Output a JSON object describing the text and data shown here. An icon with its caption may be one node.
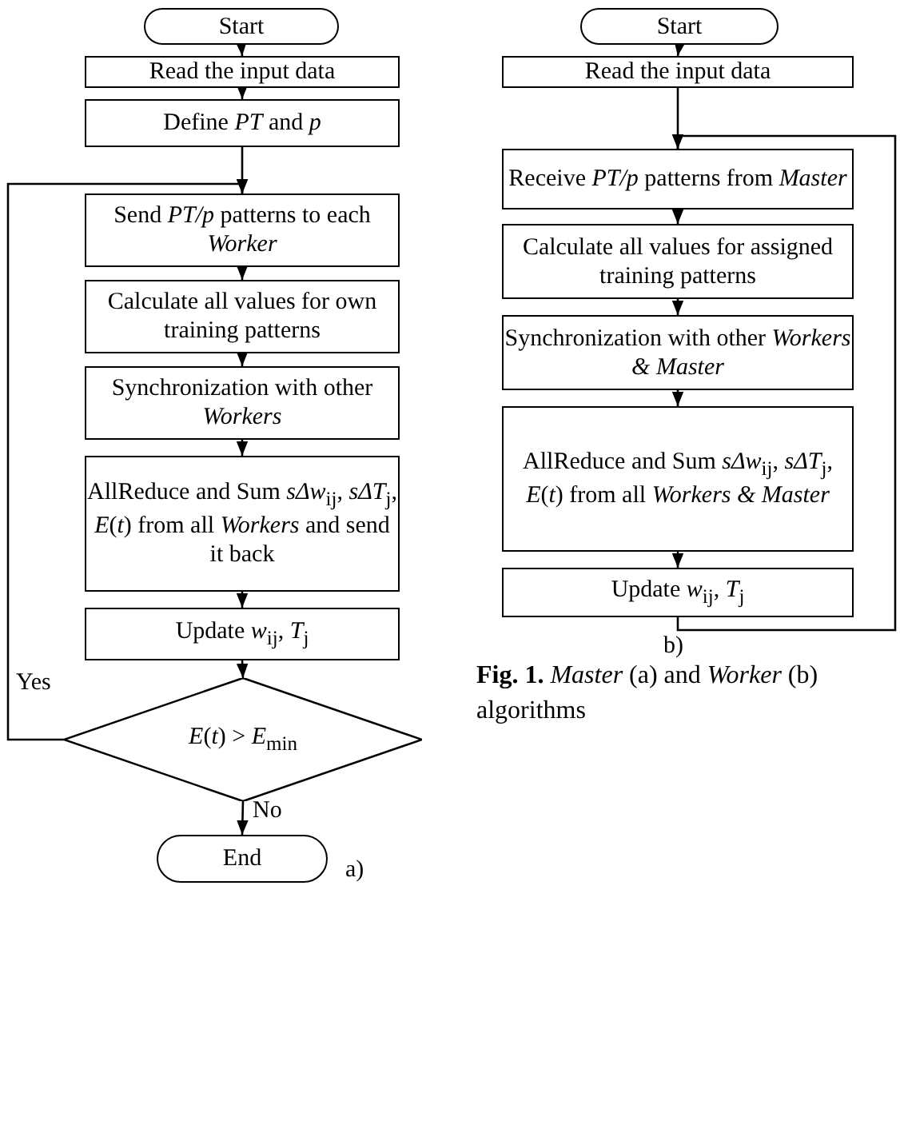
{
  "diagram": {
    "caption": "**Fig. 1.** *Master* (a) and *Worker* (b) algorithms",
    "nodes": [
      {
        "text": [
          "Start"
        ]
      },
      {
        "text": [
          "Read the input data"
        ]
      },
      {
        "text": [
          "Define *PT* and *p*"
        ]
      },
      {
        "text": [
          "Send *PT/p* patterns to each *Worker*"
        ]
      },
      {
        "text": [
          "Calculate all values for own training patterns"
        ]
      },
      {
        "text": [
          "Synchronization with other *Workers*"
        ]
      },
      {
        "text": [
          "AllReduce and Sum *sΔw*$_{ij}$, *sΔT*$_{j}$, *E*(*t*) from all *Workers* and send it back"
        ]
      },
      {
        "text": [
          "Update *w*$_{ij}$, *T*$_{j}$"
        ]
      },
      {
        "text": [
          "*E*(*t*) > *E*$_{min}$"
        ]
      },
      {
        "text": [
          "End"
        ]
      },
      {
        "text": [
          "Start"
        ]
      },
      {
        "text": [
          "Read the input data"
        ]
      },
      {
        "text": [
          "Receive *PT/p* patterns from *Master*"
        ]
      },
      {
        "text": [
          "Calculate all values for assigned training patterns"
        ]
      },
      {
        "text": [
          "Synchronization with other *Workers & Master*"
        ]
      },
      {
        "text": [
          "AllReduce and Sum *sΔw*$_{ij}$, *sΔT*$_{j}$, *E*(*t*) from all *Workers & Master*"
        ]
      },
      {
        "text": [
          "Update *w*$_{ij}$, *T*$_{j}$"
        ]
      }
    ],
    "edges": [
      {
        "from": 0,
        "to": 1,
        "arrow": "to"
      },
      {
        "from": 1,
        "to": 2,
        "arrow": "to"
      },
      {
        "from": 2,
        "to": 3,
        "arrow": "to"
      },
      {
        "from": 3,
        "to": 4,
        "arrow": "to"
      },
      {
        "from": 4,
        "to": 5,
        "arrow": "to"
      },
      {
        "from": 5,
        "to": 6,
        "arrow": "to"
      },
      {
        "from": 6,
        "to": 7,
        "arrow": "to"
      },
      {
        "from": 7,
        "to": 8,
        "arrow": "to"
      },
      {
        "from": 8,
        "to": 3,
        "arrow": "to",
        "label": "Yes"
      },
      {
        "from": 8,
        "to": 9,
        "arrow": "to",
        "label": "No"
      },
      {
        "from": 10,
        "to": 11,
        "arrow": "to"
      },
      {
        "from": 11,
        "to": 12,
        "arrow": "to"
      },
      {
        "from": 12,
        "to": 13,
        "arrow": "to"
      },
      {
        "from": 13,
        "to": 14,
        "arrow": "to"
      },
      {
        "from": 14,
        "to": 15,
        "arrow": "to"
      },
      {
        "from": 15,
        "to": 16,
        "arrow": "to"
      },
      {
        "from": 16,
        "to": 12,
        "arrow": "to"
      }
    ],
    "labels": [
      "a)",
      "b)"
    ]
  }
}
